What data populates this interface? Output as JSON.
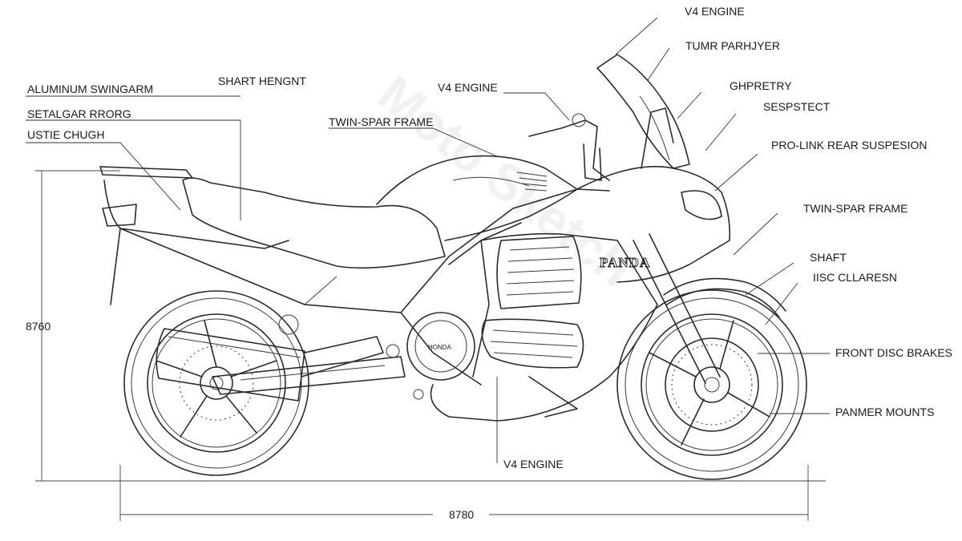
{
  "labels": {
    "aluminum_swingarm": "ALUMINUM SWINGARM",
    "shart_hengnt": "SHART HENGNT",
    "setalgar_rrorg": "SETALGAR RRORG",
    "ustie_chugh": "USTIE CHUGH",
    "twin_spar_frame_left": "TWIN-SPAR FRAME",
    "v4_engine_top_mid": "V4 ENGINE",
    "v4_engine_top": "V4 ENGINE",
    "tumr_parhjyer": "TUMR PARHJYER",
    "ghpretry": "GHPRETRY",
    "sespstect": "SESPSTECT",
    "pro_link": "PRO-LINK REAR SUSPESION",
    "twin_spar_frame_right": "TWIN-SPAR FRAME",
    "shaft": "SHAFT",
    "iisc_cllaresn": "IISC CLLARESN",
    "front_disc_brakes": "FRONT DISC BRAKES",
    "panmer_mounts": "PANMER MOUNTS",
    "v4_engine_bottom": "V4 ENGINE"
  },
  "dimensions": {
    "height": "8760",
    "length": "8780"
  },
  "branding": {
    "fairing_logo": "PANDA",
    "engine_cover_text": "HONDA",
    "watermark": "Moto Sketch"
  }
}
